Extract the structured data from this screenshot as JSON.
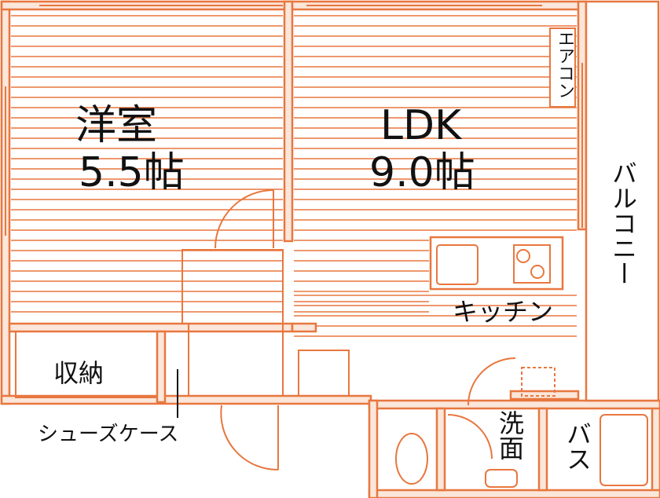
{
  "rooms": {
    "western": {
      "name": "洋室",
      "size": "5.5帖"
    },
    "ldk": {
      "name": "LDK",
      "size": "9.0帖"
    },
    "storage": "収納",
    "kitchen": "キッチン",
    "washroom": "洗面",
    "bath": "バス",
    "balcony": "バルコニー",
    "aircon": "エアコン",
    "shoe_case": "シューズケース"
  },
  "colors": {
    "wall": "#e8773f",
    "line": "#e8773f",
    "fill": "#fbe6da",
    "text": "#111111"
  }
}
